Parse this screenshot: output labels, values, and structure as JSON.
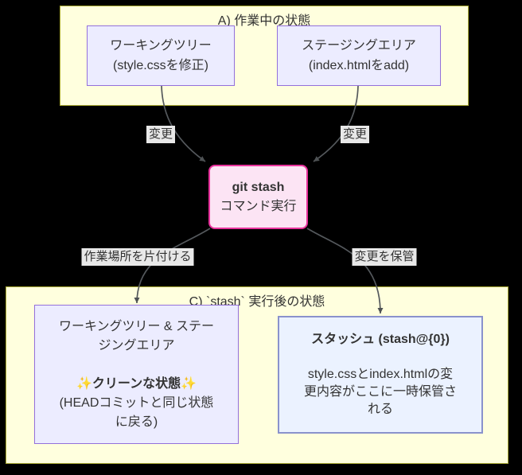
{
  "diagram": {
    "clusters": {
      "working": {
        "title": "A) 作業中の状態"
      },
      "after": {
        "title": "C) `stash` 実行後の状態"
      }
    },
    "nodes": {
      "working_tree": {
        "title": "ワーキングツリー",
        "subtitle": "(style.cssを修正)"
      },
      "staging_area": {
        "title": "ステージングエリア",
        "subtitle": "(index.htmlをadd)"
      },
      "git_stash": {
        "command": "git stash",
        "subtitle": "コマンド実行"
      },
      "clean_state": {
        "title": "ワーキングツリー & ステージングエリア",
        "sparkle": "✨",
        "highlight": "クリーンな状態",
        "note": "(HEADコミットと同じ状態に戻る)"
      },
      "stash": {
        "title": "スタッシュ (stash@{0})",
        "body": "style.cssとindex.htmlの変更内容がここに一時保管される"
      }
    },
    "edges": {
      "wt_to_cmd": "変更",
      "sa_to_cmd": "変更",
      "cmd_to_clean": "作業場所を片付ける",
      "cmd_to_stash": "変更を保管"
    },
    "colors": {
      "background": "#000000",
      "cluster_fill": "#ffffde",
      "cluster_border": "#aaaa33",
      "node_fill": "#ececff",
      "node_border": "#9370db",
      "command_fill": "#fce4f4",
      "command_border": "#e8329c",
      "stash_fill": "#ebf2ff",
      "stash_border": "#8a92cc",
      "edge_line": "#54585c",
      "edge_label_bg": "#e8e8e8",
      "text": "#333333",
      "sparkle": "#f3c13a"
    }
  }
}
